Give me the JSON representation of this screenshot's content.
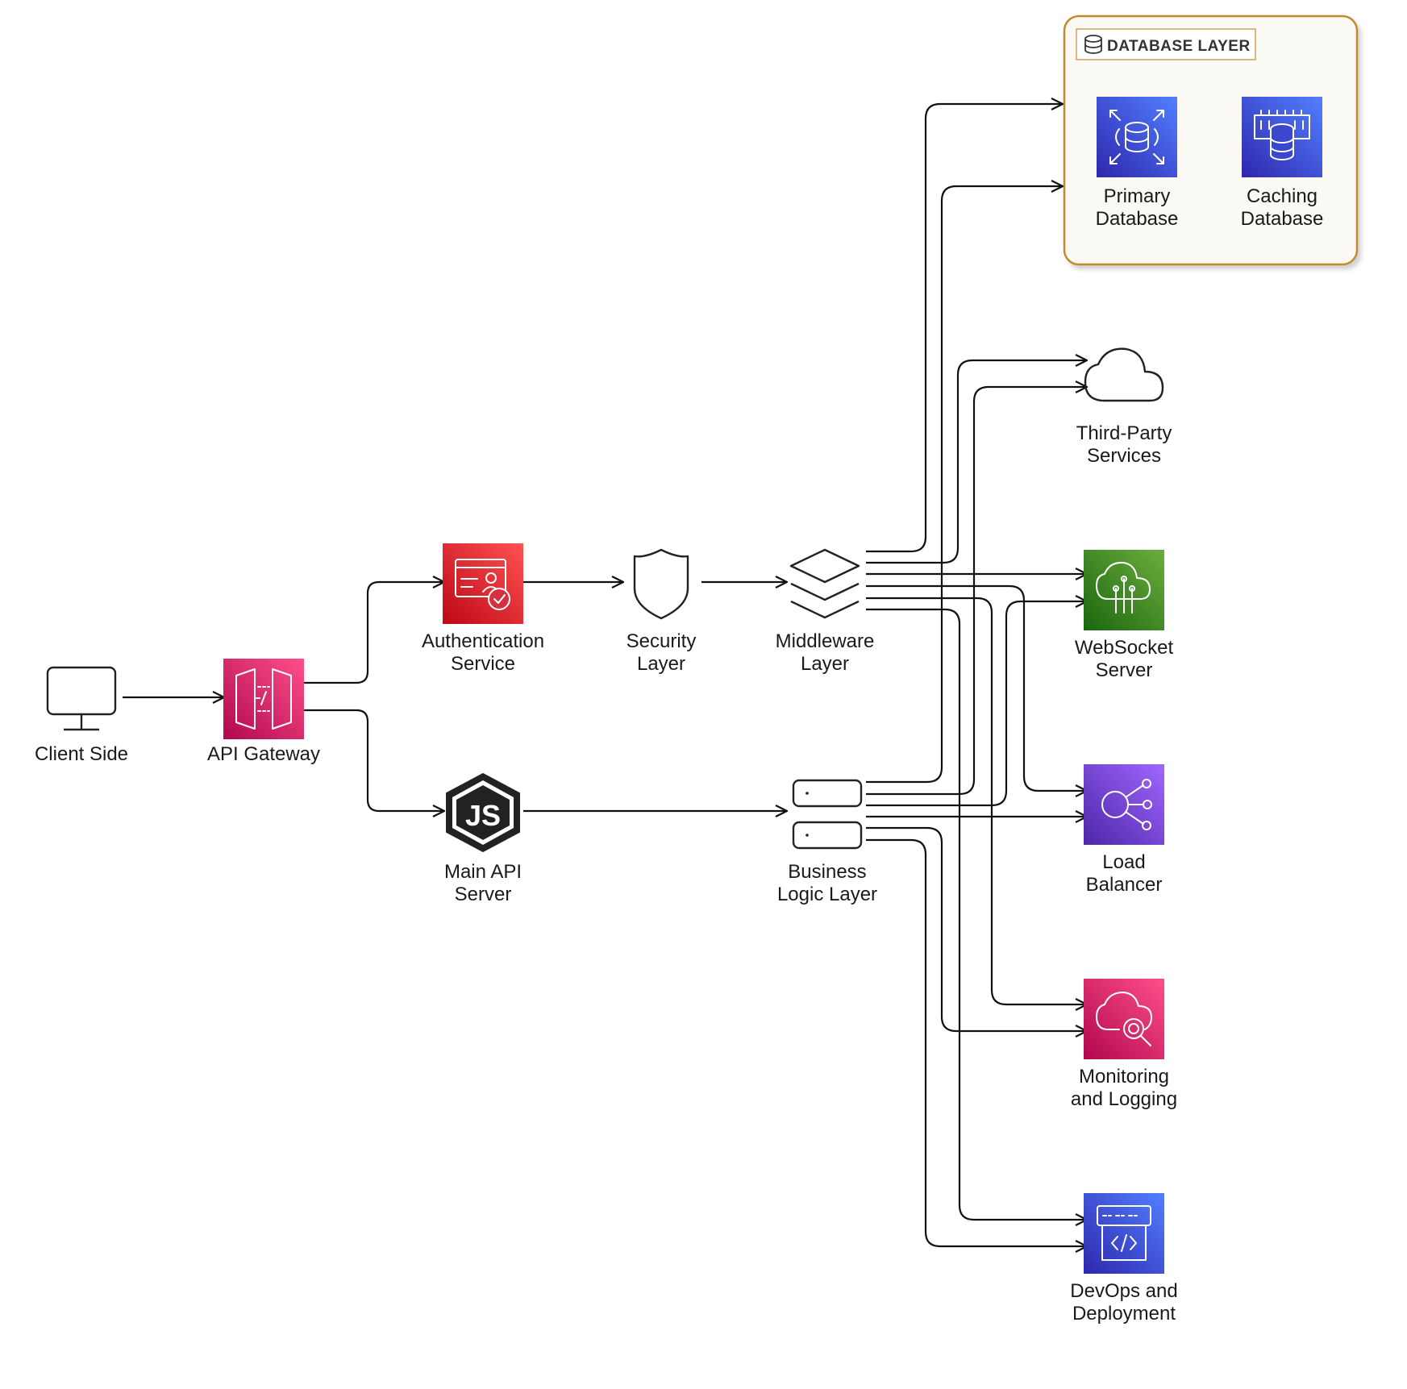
{
  "diagram": {
    "title": "",
    "database_group": {
      "label": "DATABASE LAYER"
    },
    "nodes": {
      "client": {
        "label_lines": [
          "Client Side"
        ],
        "icon": "monitor-icon"
      },
      "api_gateway": {
        "label_lines": [
          "API Gateway"
        ],
        "icon": "api-gateway-icon",
        "color": "#E7157B"
      },
      "auth": {
        "label_lines": [
          "Authentication",
          "Service"
        ],
        "icon": "identity-card-icon",
        "color": "#DD344C"
      },
      "security": {
        "label_lines": [
          "Security",
          "Layer"
        ],
        "icon": "shield-icon"
      },
      "middleware": {
        "label_lines": [
          "Middleware",
          "Layer"
        ],
        "icon": "layers-icon"
      },
      "main_api": {
        "label_lines": [
          "Main API",
          "Server"
        ],
        "icon": "nodejs-icon"
      },
      "business": {
        "label_lines": [
          "Business",
          "Logic Layer"
        ],
        "icon": "server-stack-icon"
      },
      "primary_db": {
        "label_lines": [
          "Primary",
          "Database"
        ],
        "icon": "database-icon",
        "color": "#3B48CC"
      },
      "caching_db": {
        "label_lines": [
          "Caching",
          "Database"
        ],
        "icon": "cache-database-icon",
        "color": "#3B48CC"
      },
      "third_party": {
        "label_lines": [
          "Third-Party",
          "Services"
        ],
        "icon": "cloud-icon"
      },
      "websocket": {
        "label_lines": [
          "WebSocket",
          "Server"
        ],
        "icon": "cloud-network-icon",
        "color": "#3F8624"
      },
      "load_balancer": {
        "label_lines": [
          "Load",
          "Balancer"
        ],
        "icon": "load-balancer-icon",
        "color": "#8C4FFF"
      },
      "monitoring": {
        "label_lines": [
          "Monitoring",
          "and Logging"
        ],
        "icon": "cloud-search-icon",
        "color": "#E7157B"
      },
      "devops": {
        "label_lines": [
          "DevOps and",
          "Deployment"
        ],
        "icon": "code-deploy-icon",
        "color": "#3B48CC"
      }
    },
    "edges": [
      {
        "from": "client",
        "to": "api_gateway"
      },
      {
        "from": "api_gateway",
        "to": "auth"
      },
      {
        "from": "api_gateway",
        "to": "main_api"
      },
      {
        "from": "auth",
        "to": "security"
      },
      {
        "from": "security",
        "to": "middleware"
      },
      {
        "from": "main_api",
        "to": "business"
      },
      {
        "from": "middleware",
        "to": "primary_db"
      },
      {
        "from": "middleware",
        "to": "third_party"
      },
      {
        "from": "middleware",
        "to": "websocket"
      },
      {
        "from": "middleware",
        "to": "load_balancer"
      },
      {
        "from": "middleware",
        "to": "monitoring"
      },
      {
        "from": "middleware",
        "to": "devops"
      },
      {
        "from": "business",
        "to": "primary_db"
      },
      {
        "from": "business",
        "to": "third_party"
      },
      {
        "from": "business",
        "to": "websocket"
      },
      {
        "from": "business",
        "to": "load_balancer"
      },
      {
        "from": "business",
        "to": "monitoring"
      },
      {
        "from": "business",
        "to": "devops"
      }
    ],
    "colors": {
      "group_border": "#C48A2C",
      "group_fill": "#FBF9F3",
      "edge": "#111111"
    }
  }
}
